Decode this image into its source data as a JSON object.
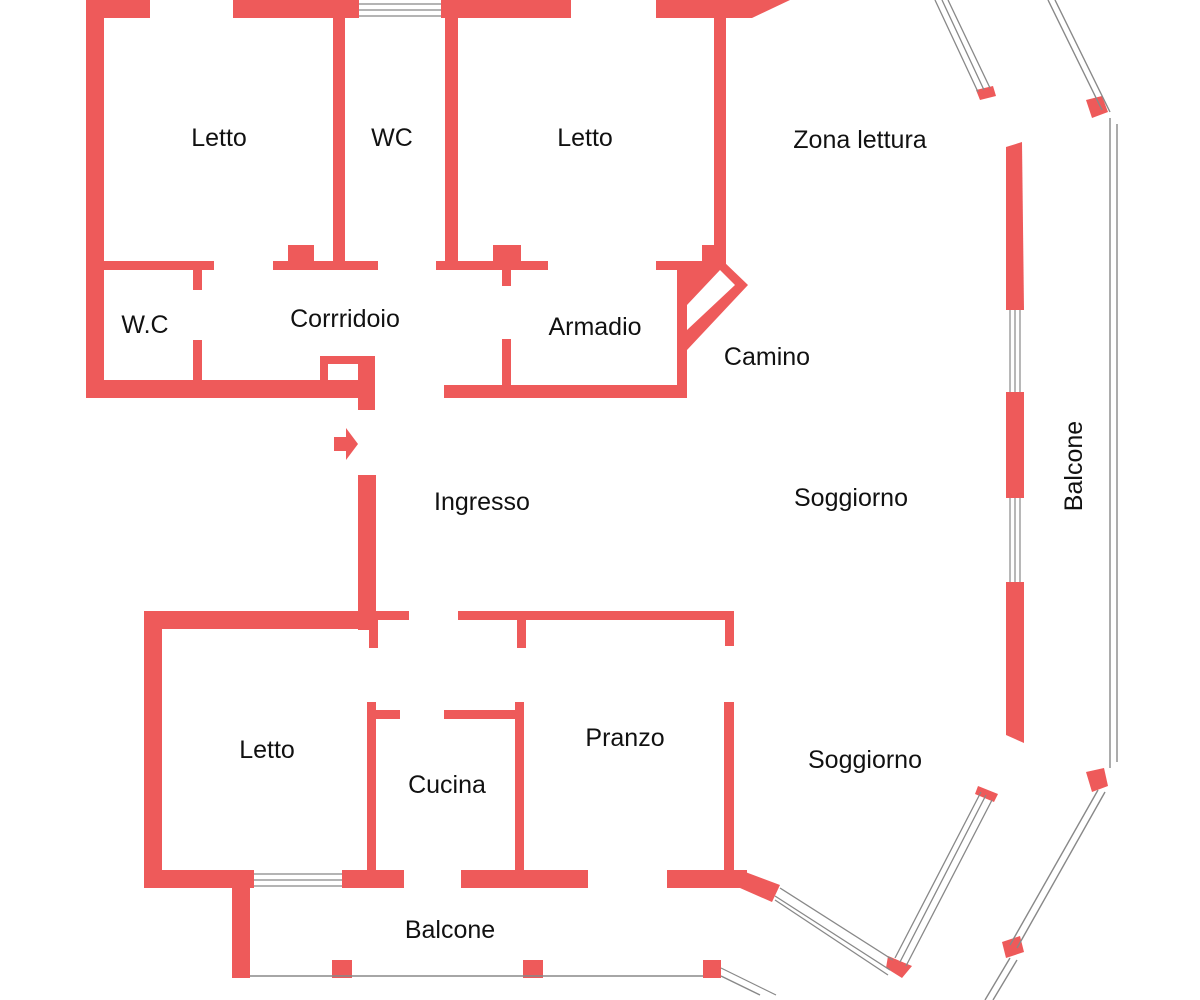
{
  "colors": {
    "wall": "#ee5a5a",
    "glass": "#888888",
    "background": "#ffffff",
    "text": "#111111"
  },
  "rooms": {
    "letto_nw": "Letto",
    "wc_top": "WC",
    "letto_ne": "Letto",
    "zona_lettura": "Zona lettura",
    "wc_small": "W.C",
    "corridoio": "Corrridoio",
    "armadio": "Armadio",
    "camino": "Camino",
    "ingresso": "Ingresso",
    "soggiorno_upper": "Soggiorno",
    "balcone_east": "Balcone",
    "letto_sw": "Letto",
    "cucina": "Cucina",
    "pranzo": "Pranzo",
    "soggiorno_lower": "Soggiorno",
    "balcone_south": "Balcone"
  },
  "icons": {
    "entrance": "entrance-arrow-icon"
  }
}
